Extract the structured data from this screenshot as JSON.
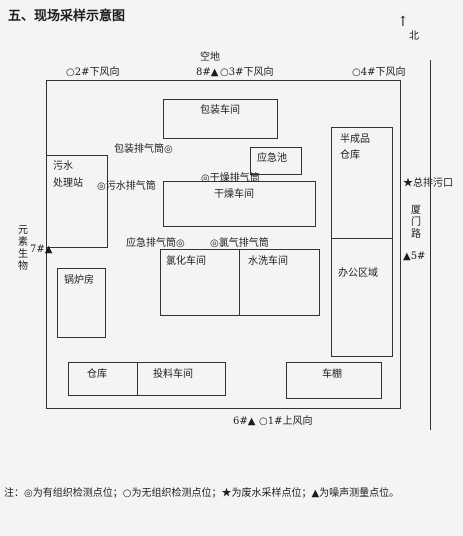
{
  "section_title": "五、现场采样示意图",
  "north": {
    "label": "北",
    "arrow": "↑"
  },
  "symbols": {
    "organized": "◎",
    "unorganized": "○",
    "wastewater": "★",
    "noise": "▲"
  },
  "top_labels": {
    "open_space": "空地",
    "p2": "○2#下风向",
    "p8": "8#",
    "p3": "○3#下风向",
    "p4": "○4#下风向"
  },
  "bottom_labels": {
    "p6": "6#",
    "p1": "○1#上风向"
  },
  "buildings": {
    "packaging": "包装车间",
    "emergency_pool": "应急池",
    "semi_finished_line1": "半成品",
    "semi_finished_line2": "仓库",
    "sewage_line1": "污水",
    "sewage_line2": "处理站",
    "drying": "干燥车间",
    "boiler": "锅炉房",
    "chlorination": "氯化车间",
    "washing": "水洗车间",
    "office": "办公区域",
    "warehouse": "仓库",
    "feeding": "投料车间",
    "shed": "车棚"
  },
  "vents": {
    "packaging_vent": "包装排气筒◎",
    "dry_vent": "◎干燥排气筒",
    "sewage_vent": "◎污水排气筒",
    "emergency_vent": "应急排气筒◎",
    "chlorine_vent": "◎氯气排气筒"
  },
  "right_labels": {
    "total_outlet": "★总排污口",
    "road": "厦门路",
    "p5": "▲5#"
  },
  "left_labels": {
    "neighbor": "元素生物",
    "p7": "7#"
  },
  "legend": "注：◎为有组织检测点位；○为无组织检测点位；★为废水采样点位；▲为噪声测量点位。"
}
